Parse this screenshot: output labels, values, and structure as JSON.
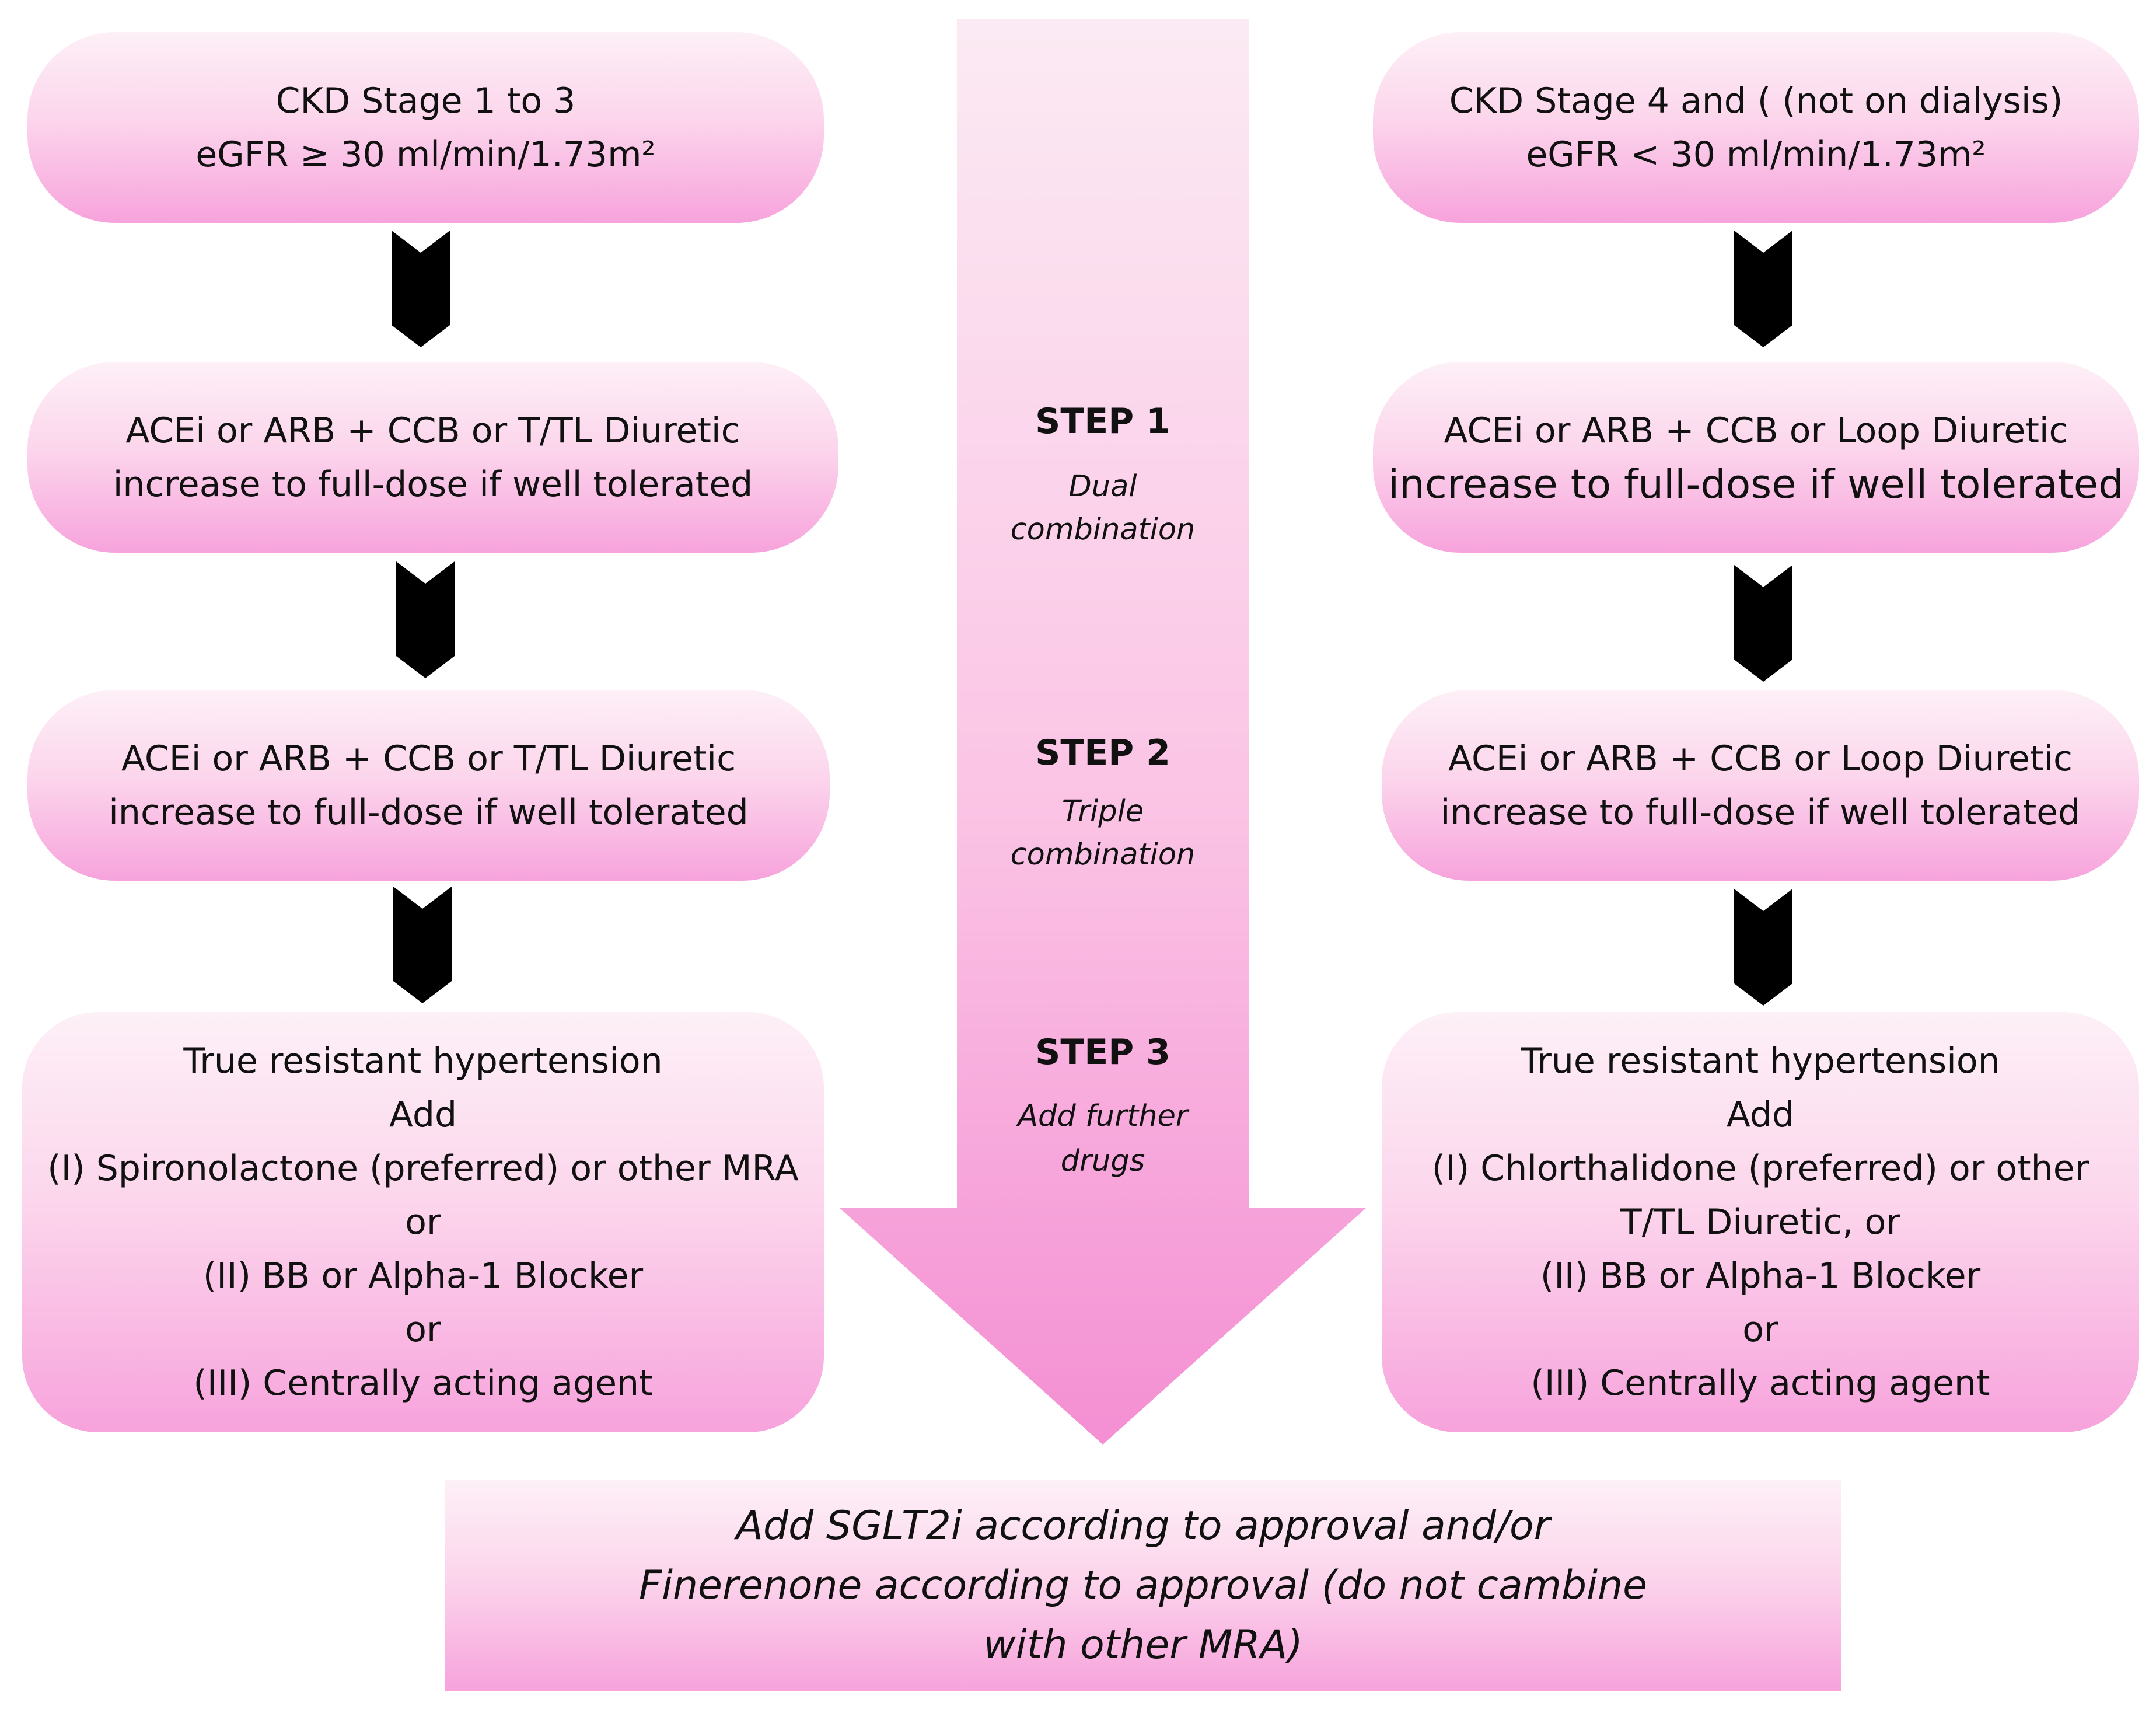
{
  "left": {
    "header": [
      "CKD Stage 1 to 3",
      "eGFR ≥ 30 ml/min/1.73m²"
    ],
    "step1": [
      "ACEi or ARB + CCB or T/TL Diuretic",
      "increase to full-dose if well tolerated"
    ],
    "step2": [
      "ACEi or ARB + CCB or T/TL Diuretic",
      "increase to full-dose if well tolerated"
    ],
    "step3": [
      "True resistant hypertension",
      "Add",
      "(I) Spironolactone (preferred) or other MRA",
      "or",
      "(II) BB or Alpha-1 Blocker",
      "or",
      "(III) Centrally acting agent"
    ]
  },
  "right": {
    "header": [
      "CKD Stage 4 and ( (not on dialysis)",
      "eGFR < 30 ml/min/1.73m²"
    ],
    "step1": [
      "ACEi or ARB + CCB or Loop Diuretic",
      "increase to full-dose if well tolerated"
    ],
    "step2": [
      "ACEi or ARB + CCB or Loop Diuretic",
      "increase to full-dose if well tolerated"
    ],
    "step3": [
      "True resistant hypertension",
      "Add",
      "(I) Chlorthalidone (preferred) or other",
      "T/TL Diuretic, or",
      "(II) BB or Alpha-1 Blocker",
      "or",
      "(III) Centrally acting agent"
    ]
  },
  "center": {
    "steps": [
      {
        "title": "STEP 1",
        "subtitle": [
          "Dual",
          "combination"
        ]
      },
      {
        "title": "STEP 2",
        "subtitle": [
          "Triple",
          "combination"
        ]
      },
      {
        "title": "STEP 3",
        "subtitle": [
          "Add further",
          "drugs"
        ]
      }
    ]
  },
  "bottom": [
    "Add SGLT2i according to approval and/or",
    "Finerenone according to approval (do not cambine",
    "with other MRA)"
  ],
  "colors": {
    "box_top": "#fdf0f7",
    "box_bottom": "#f7a3dc",
    "connector": "#000000"
  }
}
